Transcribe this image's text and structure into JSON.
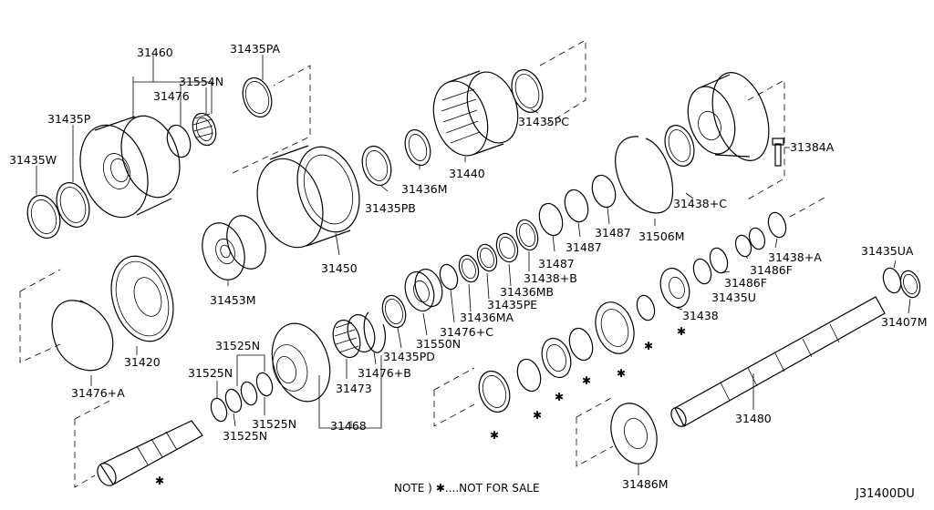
{
  "diagram": {
    "code": "J31400DU",
    "note": {
      "prefix": "NOTE )",
      "star": "✱",
      "text": "....NOT FOR SALE"
    },
    "labels": {
      "31460": "31460",
      "31435PA": "31435PA",
      "31554N": "31554N",
      "31476": "31476",
      "31435P": "31435P",
      "31435W": "31435W",
      "31435PC": "31435PC",
      "31440": "31440",
      "31436M": "31436M",
      "31435PB": "31435PB",
      "31450": "31450",
      "31453M": "31453M",
      "31420": "31420",
      "31476A": "31476+A",
      "31384A": "31384A",
      "31438C": "31438+C",
      "31506M": "31506M",
      "31487a": "31487",
      "31487b": "31487",
      "31487c": "31487",
      "31438B": "31438+B",
      "31436MB": "31436MB",
      "31435PE": "31435PE",
      "31436MA": "31436MA",
      "31476C": "31476+C",
      "31550N": "31550N",
      "31438A": "31438+A",
      "31486Fa": "31486F",
      "31486Fb": "31486F",
      "31435U": "31435U",
      "31438": "31438",
      "31435UA": "31435UA",
      "31407M": "31407M",
      "31525Na": "31525N",
      "31525Nb": "31525N",
      "31525Nc": "31525N",
      "31525Nd": "31525N",
      "31476B": "31476+B",
      "31435PD": "31435PD",
      "31473": "31473",
      "31468": "31468",
      "31480": "31480",
      "31486M": "31486M"
    }
  }
}
